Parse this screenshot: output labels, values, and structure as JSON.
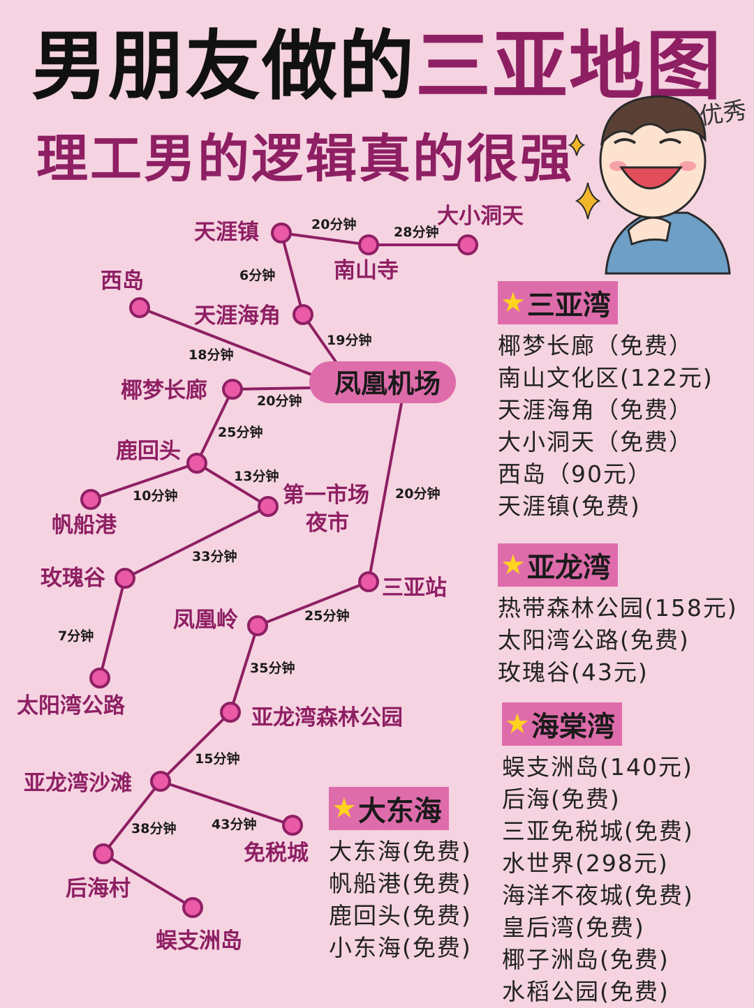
{
  "title": {
    "part1": "男朋友做的",
    "part2": "三亚地图"
  },
  "subtitle": "理工男的逻辑真的很强",
  "sticker_text": "优秀",
  "colors": {
    "background": "#f5d3e1",
    "accent": "#8e1f63",
    "node": "#ea5aa7",
    "line": "#8e1f63",
    "header_bg": "#de6cab",
    "star": "#ffd21f"
  },
  "map": {
    "hub": "凤凰机场",
    "stations": {
      "tianyazhen": "天涯镇",
      "nanshansi": "南山寺",
      "daxiaodongtian": "大小洞天",
      "xidao": "西岛",
      "tianyahaijiao": "天涯海角",
      "yemengchanglang": "椰梦长廊",
      "luhuitou": "鹿回头",
      "fanchuangang": "帆船港",
      "diyishichang_1": "第一市场",
      "diyishichang_2": "夜市",
      "meiguigu": "玫瑰谷",
      "sanyazhan": "三亚站",
      "fenghuangling": "凤凰岭",
      "taiyangwan": "太阳湾公路",
      "yalongwanforest": "亚龙湾森林公园",
      "yalongwanbeach": "亚龙湾沙滩",
      "mianshuicheng": "免税城",
      "houhaicun": "后海村",
      "wuzhizhoudao": "蜈支洲岛"
    },
    "durations": {
      "tianyazhen_nanshansi": "20分钟",
      "nanshansi_daxiaodongtian": "28分钟",
      "tianyazhen_tianyahaijiao": "6分钟",
      "tianyahaijiao_hub": "19分钟",
      "xidao_hub": "18分钟",
      "yemeng_hub": "20分钟",
      "yemeng_luhuitou": "25分钟",
      "luhuitou_fanchuan": "10分钟",
      "luhuitou_diyi": "13分钟",
      "hub_sanyazhan": "20分钟",
      "diyi_meigui": "33分钟",
      "meigui_taiyang": "7分钟",
      "sanyazhan_fenghuangling": "25分钟",
      "fenghuangling_forest": "35分钟",
      "forest_beach": "15分钟",
      "beach_mianshui": "43分钟",
      "beach_houhai": "38分钟"
    }
  },
  "sections": {
    "sanyawan": {
      "name": "三亚湾",
      "items": [
        "椰梦长廊（免费）",
        "南山文化区(122元)",
        "天涯海角（免费）",
        "大小洞天（免费）",
        "西岛（90元）",
        "天涯镇(免费)"
      ]
    },
    "yalongwan": {
      "name": "亚龙湾",
      "items": [
        "热带森林公园(158元)",
        "太阳湾公路(免费)",
        "玫瑰谷(43元)"
      ]
    },
    "haitangwan": {
      "name": "海棠湾",
      "items": [
        "蜈支洲岛(140元)",
        "后海(免费)",
        "三亚免税城(免费)",
        "水世界(298元)",
        "海洋不夜城(免费)",
        "皇后湾(免费)",
        "椰子洲岛(免费)",
        "水稻公园(免费)"
      ]
    },
    "dadonghai": {
      "name": "大东海",
      "items": [
        "大东海(免费)",
        "帆船港(免费)",
        "鹿回头(免费)",
        "小东海(免费)"
      ]
    }
  }
}
